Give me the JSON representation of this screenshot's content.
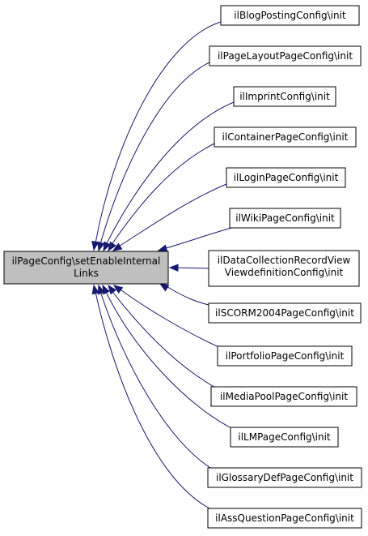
{
  "main_node": {
    "lines": [
      "ilPageConfig\\setEnableInternal",
      "Links"
    ],
    "fill": "#bfbfbf"
  },
  "edge_color": "#191970",
  "callers": [
    {
      "id": "blog",
      "lines": [
        "ilBlogPostingConfig\\init"
      ]
    },
    {
      "id": "pagelayout",
      "lines": [
        "ilPageLayoutPageConfig\\init"
      ]
    },
    {
      "id": "imprint",
      "lines": [
        "ilImprintConfig\\init"
      ]
    },
    {
      "id": "container",
      "lines": [
        "ilContainerPageConfig\\init"
      ]
    },
    {
      "id": "login",
      "lines": [
        "ilLoginPageConfig\\init"
      ]
    },
    {
      "id": "wiki",
      "lines": [
        "ilWikiPageConfig\\init"
      ]
    },
    {
      "id": "datacollection",
      "lines": [
        "ilDataCollectionRecordView",
        "ViewdefinitionConfig\\init"
      ]
    },
    {
      "id": "scorm",
      "lines": [
        "ilSCORM2004PageConfig\\init"
      ]
    },
    {
      "id": "portfolio",
      "lines": [
        "ilPortfolioPageConfig\\init"
      ]
    },
    {
      "id": "mediapool",
      "lines": [
        "ilMediaPoolPageConfig\\init"
      ]
    },
    {
      "id": "lm",
      "lines": [
        "ilLMPageConfig\\init"
      ]
    },
    {
      "id": "glossary",
      "lines": [
        "ilGlossaryDefPageConfig\\init"
      ]
    },
    {
      "id": "assquestion",
      "lines": [
        "ilAssQuestionPageConfig\\init"
      ]
    }
  ]
}
